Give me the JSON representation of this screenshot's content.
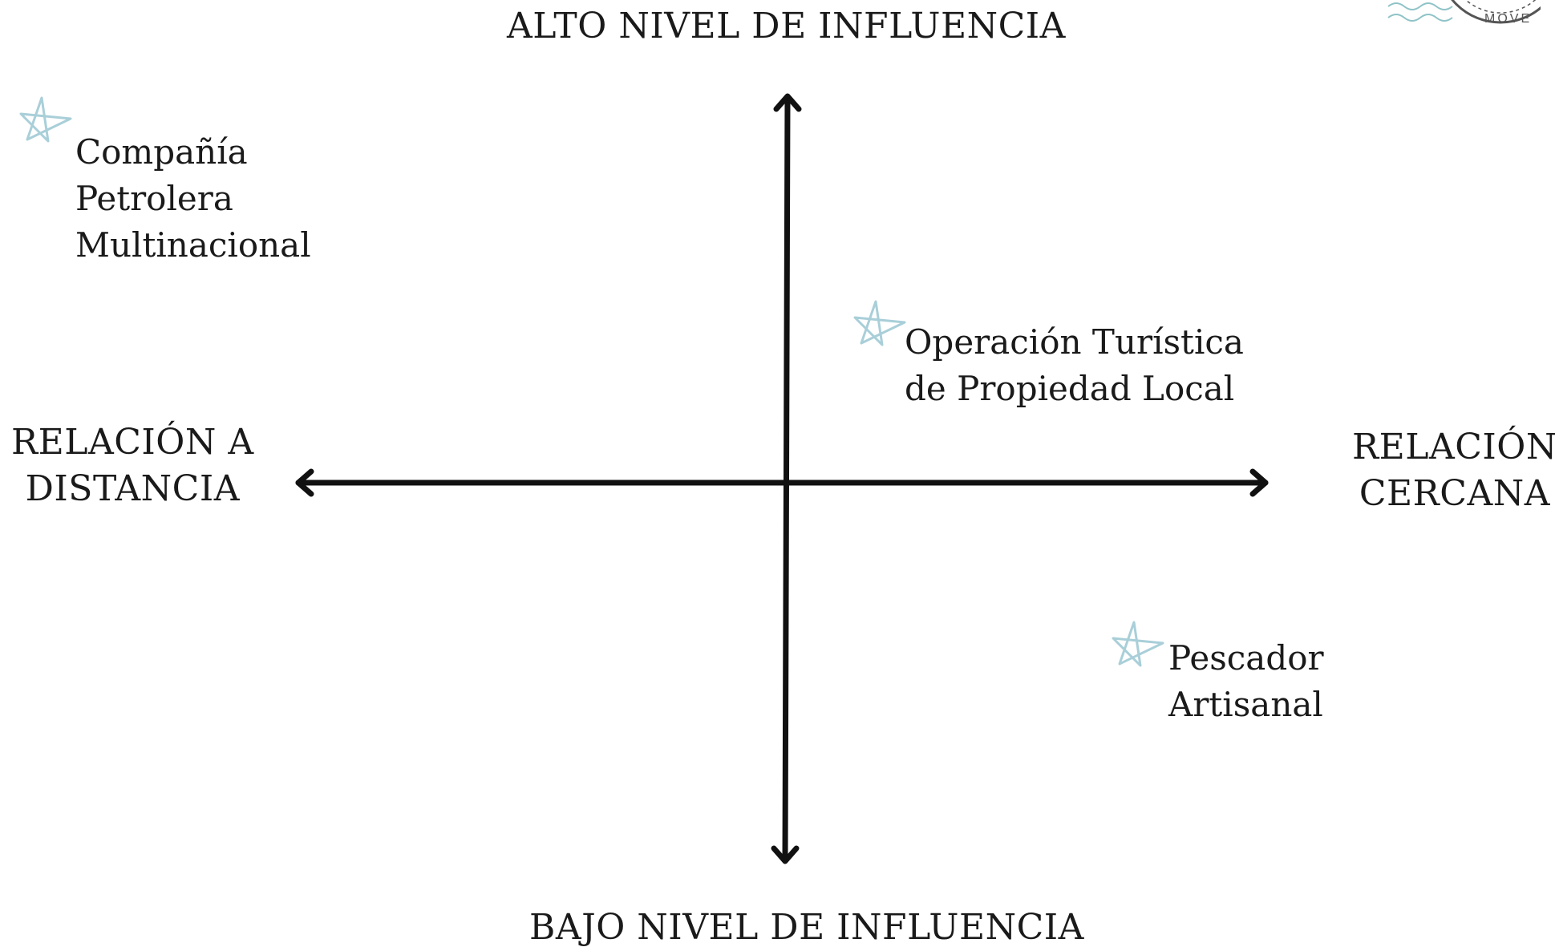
{
  "axes": {
    "top_label": "ALTO NIVEL DE INFLUENCIA",
    "bottom_label": "BAJO NIVEL DE INFLUENCIA",
    "left_label": [
      "RELACIÓN A",
      "DISTANCIA"
    ],
    "right_label": [
      "RELACIÓN",
      "CERCANA"
    ]
  },
  "stakeholders": [
    {
      "lines": [
        "Compañía",
        "Petrolera",
        "Multinacional"
      ],
      "icon": "star-icon"
    },
    {
      "lines": [
        "Operación Turística",
        "de Propiedad Local"
      ],
      "icon": "star-icon"
    },
    {
      "lines": [
        "Pescador",
        "Artisanal"
      ],
      "icon": "star-icon"
    }
  ],
  "stamp": {
    "text": "MOVE"
  },
  "colors": {
    "axis": "#111111",
    "star": "#a9cfd9",
    "text": "#1a1a1a",
    "stamp": "#555555",
    "wave": "#8fc3c7"
  }
}
